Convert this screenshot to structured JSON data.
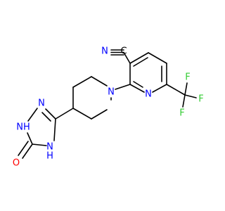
{
  "colors": {
    "bond": "#000000",
    "carbon": "#000000",
    "nitrogen": "#0000ff",
    "oxygen": "#ff0000",
    "fluorine": "#33cc33"
  },
  "atoms": [
    {
      "id": "N_nitrile",
      "text": "N",
      "color": "nitrogen"
    },
    {
      "id": "C_nitrile",
      "text": "C",
      "color": "carbon"
    },
    {
      "id": "N_pyridine",
      "text": "N",
      "color": "nitrogen"
    },
    {
      "id": "N_piperidine",
      "text": "N",
      "color": "nitrogen"
    },
    {
      "id": "N_triazole_3",
      "text": "N",
      "color": "nitrogen"
    },
    {
      "id": "NH_triazole_1",
      "text": "NH",
      "color": "nitrogen"
    },
    {
      "id": "N_triazole_4H",
      "text": "N",
      "color": "nitrogen"
    },
    {
      "id": "H_triazole_4",
      "text": "H",
      "color": "nitrogen"
    },
    {
      "id": "O_carbonyl",
      "text": "O",
      "color": "oxygen"
    },
    {
      "id": "F_top",
      "text": "F",
      "color": "fluorine"
    },
    {
      "id": "F_right",
      "text": "F",
      "color": "fluorine"
    },
    {
      "id": "F_bottom",
      "text": "F",
      "color": "fluorine"
    }
  ]
}
